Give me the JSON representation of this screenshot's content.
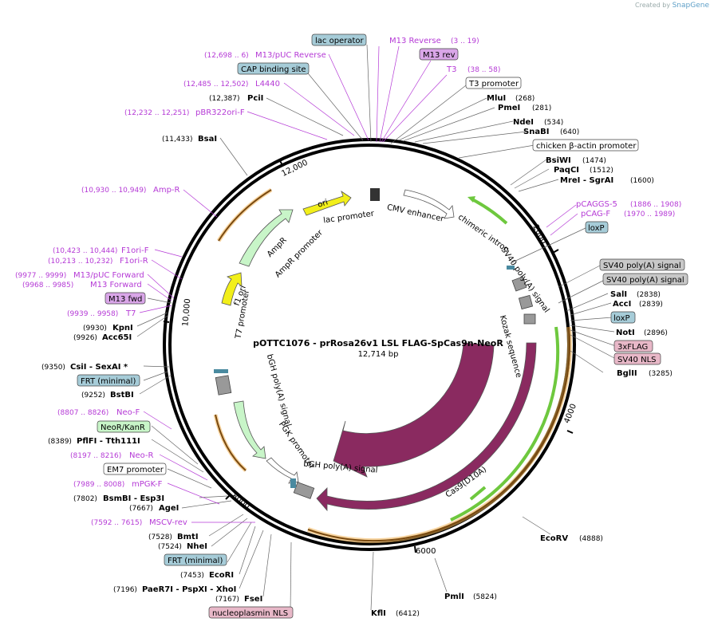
{
  "credit": {
    "prefix": "Created by",
    "brand": "SnapGene"
  },
  "plasmid": {
    "name": "pOTTC1076 - prRosa26v1 LSL FLAG-SpCas9n-NeoR",
    "size": "12,714 bp"
  },
  "ruler_ticks": [
    "2000",
    "4000",
    "6000",
    "8000",
    "10,000",
    "12,000"
  ],
  "colors": {
    "primer": "#b53ad6",
    "feature_blue": "#a6ccd8",
    "feature_purple": "#d9a6e8",
    "feature_pink": "#e8b8c8",
    "feature_gray": "#c8c8c8",
    "cas9": "#8a2a60"
  },
  "labels_left": [
    {
      "text": "lac operator",
      "type": "box-blue"
    },
    {
      "text": "M13 Reverse",
      "coord": "(3 .. 19)",
      "type": "primer"
    },
    {
      "text": "M13 rev",
      "type": "box-purple"
    },
    {
      "text": "T3",
      "coord": "(38 .. 58)",
      "type": "primer"
    },
    {
      "text": "(12,698 .. 6)",
      "name": "M13/pUC Reverse",
      "type": "primer-left"
    },
    {
      "text": "CAP binding site",
      "type": "box-blue"
    },
    {
      "text": "(12,485 .. 12,502)",
      "name": "L4440",
      "type": "primer-left"
    },
    {
      "text": "(12,387)",
      "name": "PciI",
      "type": "site"
    },
    {
      "text": "(12,232 .. 12,251)",
      "name": "pBR322ori-F",
      "type": "primer-left"
    },
    {
      "text": "(11,433)",
      "name": "BsaI",
      "type": "site"
    },
    {
      "text": "(10,930 .. 10,949)",
      "name": "Amp-R",
      "type": "primer-left"
    },
    {
      "text": "(10,423 .. 10,444)",
      "name": "F1ori-F",
      "type": "primer-left"
    },
    {
      "text": "(10,213 .. 10,232)",
      "name": "F1ori-R",
      "type": "primer-left"
    },
    {
      "text": "(9977 .. 9999)",
      "name": "M13/pUC Forward",
      "type": "primer-left"
    },
    {
      "text": "(9968 .. 9985)",
      "name": "M13 Forward",
      "type": "primer-left"
    },
    {
      "text": "M13 fwd",
      "type": "box-purple"
    },
    {
      "text": "(9939 .. 9958)",
      "name": "T7",
      "type": "primer-left"
    },
    {
      "text": "(9930)",
      "name": "KpnI",
      "type": "site"
    },
    {
      "text": "(9926)",
      "name": "Acc65I",
      "type": "site"
    },
    {
      "text": "(9350)",
      "name": "CsiI  -  SexAI *",
      "type": "site"
    },
    {
      "text": "FRT (minimal)",
      "type": "box-blue"
    },
    {
      "text": "(9252)",
      "name": "BstBI",
      "type": "site"
    },
    {
      "text": "(8807 .. 8826)",
      "name": "Neo-F",
      "type": "primer-left"
    },
    {
      "text": "NeoR/KanR",
      "type": "box-green"
    },
    {
      "text": "(8389)",
      "name": "PflFI  -  Tth111I",
      "type": "site"
    },
    {
      "text": "(8197 .. 8216)",
      "name": "Neo-R",
      "type": "primer-left"
    },
    {
      "text": "EM7 promoter",
      "type": "box-white"
    },
    {
      "text": "(7989 .. 8008)",
      "name": "mPGK-F",
      "type": "primer-left"
    },
    {
      "text": "(7802)",
      "name": "BsmBI  -  Esp3I",
      "type": "site"
    },
    {
      "text": "(7667)",
      "name": "AgeI",
      "type": "site"
    },
    {
      "text": "(7592 .. 7615)",
      "name": "MSCV-rev",
      "type": "primer-left"
    },
    {
      "text": "(7528)",
      "name": "BmtI",
      "type": "site"
    },
    {
      "text": "(7524)",
      "name": "NheI",
      "type": "site"
    },
    {
      "text": "FRT (minimal)",
      "type": "box-blue"
    },
    {
      "text": "(7453)",
      "name": "EcoRI",
      "type": "site"
    },
    {
      "text": "(7196)",
      "name": "PaeR7I  -  PspXI  -  XhoI",
      "type": "site"
    },
    {
      "text": "(7167)",
      "name": "FseI",
      "type": "site"
    },
    {
      "text": "nucleoplasmin NLS",
      "type": "box-pink"
    },
    {
      "text": "(6412)",
      "name": "KflI",
      "type": "site"
    }
  ],
  "labels_right": [
    {
      "text": "T3 promoter",
      "type": "box-white"
    },
    {
      "name": "MluI",
      "coord": "(268)",
      "type": "site"
    },
    {
      "name": "PmeI",
      "coord": "(281)",
      "type": "site"
    },
    {
      "name": "NdeI",
      "coord": "(534)",
      "type": "site"
    },
    {
      "name": "SnaBI",
      "coord": "(640)",
      "type": "site"
    },
    {
      "text": "chicken β-actin promoter",
      "type": "box-white"
    },
    {
      "name": "BsiWI",
      "coord": "(1474)",
      "type": "site"
    },
    {
      "name": "PaqCI",
      "coord": "(1512)",
      "type": "site"
    },
    {
      "name": "MreI  -  SgrAI",
      "coord": "(1600)",
      "type": "site"
    },
    {
      "name": "pCAGGS-5",
      "coord": "(1886 .. 1908)",
      "type": "primer"
    },
    {
      "name": "pCAG-F",
      "coord": "(1970 .. 1989)",
      "type": "primer"
    },
    {
      "text": "loxP",
      "type": "box-blue"
    },
    {
      "text": "SV40 poly(A) signal",
      "type": "box-gray"
    },
    {
      "text": "SV40 poly(A) signal",
      "type": "box-gray"
    },
    {
      "name": "SalI",
      "coord": "(2838)",
      "type": "site"
    },
    {
      "name": "AccI",
      "coord": "(2839)",
      "type": "site"
    },
    {
      "text": "loxP",
      "type": "box-blue"
    },
    {
      "name": "NotI",
      "coord": "(2896)",
      "type": "site"
    },
    {
      "text": "3xFLAG",
      "type": "box-pink"
    },
    {
      "text": "SV40 NLS",
      "type": "box-pink"
    },
    {
      "name": "BglII",
      "coord": "(3285)",
      "type": "site"
    },
    {
      "name": "EcoRV",
      "coord": "(4888)",
      "type": "site"
    },
    {
      "name": "PmlI",
      "coord": "(5824)",
      "type": "site"
    }
  ],
  "features": [
    {
      "text": "ori"
    },
    {
      "text": "lac promoter"
    },
    {
      "text": "CMV enhancer"
    },
    {
      "text": "chimeric intron"
    },
    {
      "text": "AmpR"
    },
    {
      "text": "AmpR promoter"
    },
    {
      "text": "f1 ori"
    },
    {
      "text": "T7 promoter"
    },
    {
      "text": "SV40 poly(A) signal"
    },
    {
      "text": "Kozak sequence"
    },
    {
      "text": "bGH poly(A) signal"
    },
    {
      "text": "PGK promoter"
    },
    {
      "text": "bGH poly(A) signal"
    },
    {
      "text": "Cas9"
    },
    {
      "text": "Cas9(D10A)"
    }
  ]
}
